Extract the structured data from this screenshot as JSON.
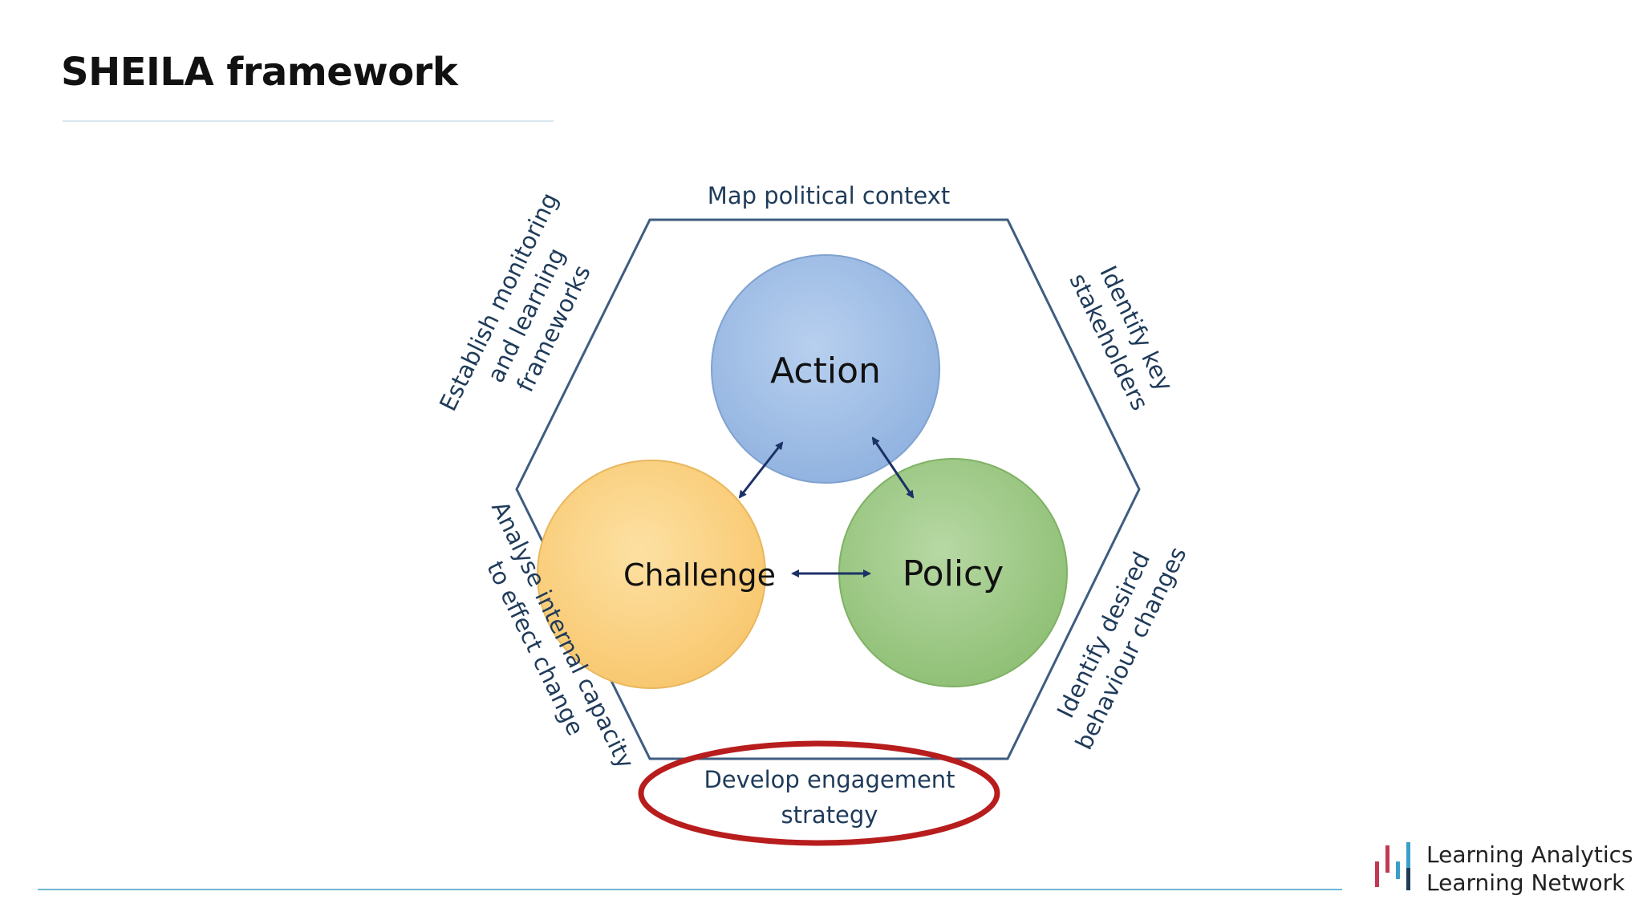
{
  "slide": {
    "title": "SHEILA framework"
  },
  "diagram": {
    "sides": {
      "top": "Map political context",
      "top_right": [
        "Identify key",
        "stakeholders"
      ],
      "bottom_right": [
        "Identify desired",
        "behaviour changes"
      ],
      "bottom": [
        "Develop engagement",
        "strategy"
      ],
      "bottom_left": [
        "Analyse internal capacity",
        "to effect change"
      ],
      "top_left": [
        "Establish monitoring",
        "and learning",
        "frameworks"
      ]
    },
    "circles": {
      "action": "Action",
      "challenge": "Challenge",
      "policy": "Policy"
    },
    "colors": {
      "action": "#a7c2e6",
      "challenge": "#fcd58a",
      "policy": "#a4cc8e",
      "hexagon": "#3f5d80",
      "arrow": "#1c3166",
      "highlight": "#b81d1d"
    }
  },
  "logo": {
    "line1": "Learning Analytics",
    "line2": "Learning Network",
    "colors": [
      "#c23a52",
      "#3aa0c9",
      "#1f3b5a"
    ]
  }
}
